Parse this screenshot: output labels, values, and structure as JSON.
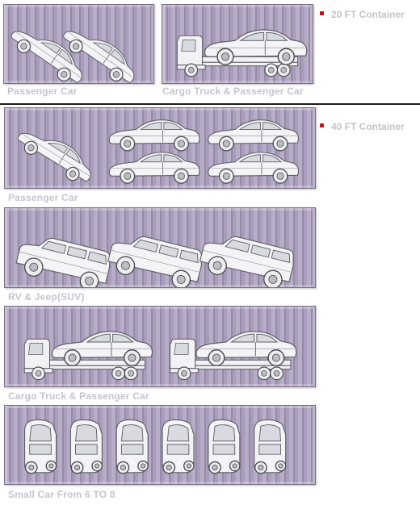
{
  "legend": {
    "twenty_ft": "20 FT Container",
    "forty_ft": "40 FT Container"
  },
  "captions": {
    "c20_passenger": "Passenger Car",
    "c20_cargo": "Cargo Truck & Passenger Car",
    "c40_passenger": "Passenger Car",
    "c40_rv": "RV & Jeep(SUV)",
    "c40_cargo": "Cargo Truck & Passenger Car",
    "c40_small": "Small Car From 6 TO 8"
  },
  "colors": {
    "container": "#a89cb9",
    "bullet": "#c0101a",
    "caption": "#c8c2d0",
    "divider": "#1e1e1e"
  }
}
